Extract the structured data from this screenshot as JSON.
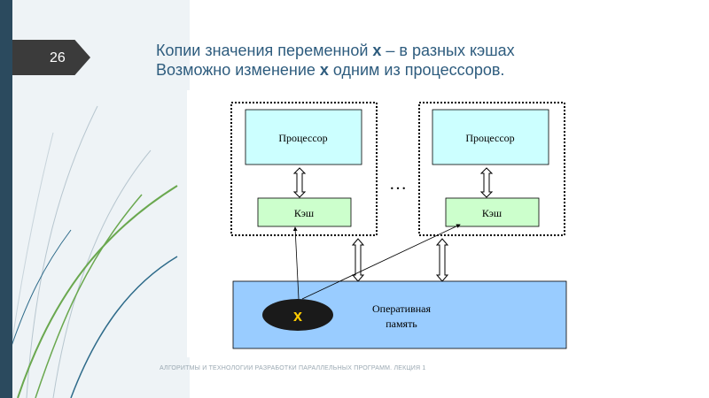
{
  "slide": {
    "number": "26",
    "title_line1_before": "Копии значения переменной ",
    "title_var": "x",
    "title_line1_after": " – в разных кэшах ",
    "title_symbol": "",
    "title_line2_before": "Возможно изменение ",
    "title_line2_after": " одним из процессоров.",
    "footer": "АЛГОРИТМЫ И ТЕХНОЛОГИИ РАЗРАБОТКИ ПАРАЛЛЕЛЬНЫХ ПРОГРАММ. ЛЕКЦИЯ 1"
  },
  "diagram": {
    "processor_label": "Процессор",
    "cache_label": "Кэш",
    "ellipsis": "…",
    "memory_label_line1": "Оперативная",
    "memory_label_line2": "память",
    "variable_label": "x"
  },
  "colors": {
    "processor_fill": "#ccffff",
    "cache_fill": "#ccffcc",
    "memory_fill": "#99ccff",
    "variable_fill": "#1a1a1a",
    "variable_text": "#ffcc00",
    "title": "#2e5c7e",
    "accent_green": "#6aa84f",
    "dark_strip": "#2b4a5e"
  }
}
